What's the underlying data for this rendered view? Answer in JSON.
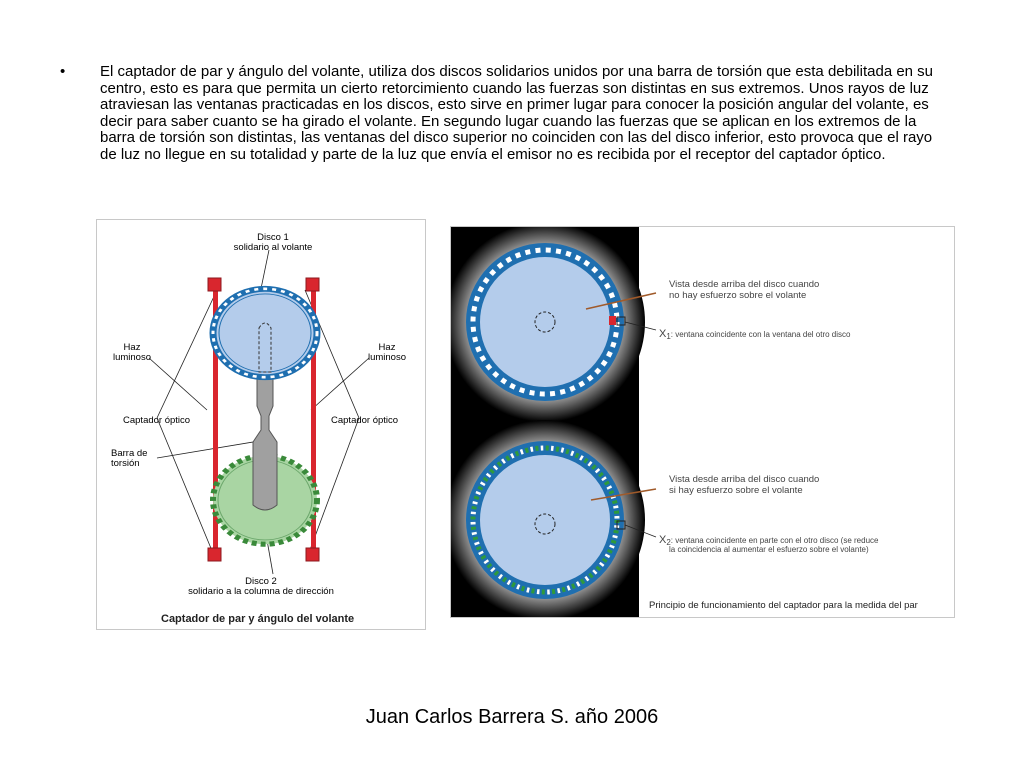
{
  "bullet": {
    "marker": "•",
    "text": "El captador de par y ángulo del volante, utiliza dos discos solidarios unidos por una barra de torsión que esta debilitada en su centro, esto es para que permita un cierto retorcimiento cuando las fuerzas son distintas en sus extremos. Unos rayos de luz atraviesan las ventanas practicadas en los discos, esto sirve en primer lugar para conocer la posición angular del volante, es decir para saber cuanto se ha girado el volante. En segundo lugar cuando las fuerzas que se aplican en los extremos de la barra de torsión son distintas, las ventanas del disco superior no coinciden con las del disco inferior, esto provoca que el rayo de luz no llegue en su totalidad y parte de la luz que envía el emisor no es recibida por el receptor del captador óptico."
  },
  "left_figure": {
    "disk1_line1": "Disco 1",
    "disk1_line2": "solidario al volante",
    "haz_left_1": "Haz",
    "haz_left_2": "luminoso",
    "haz_right_1": "Haz",
    "haz_right_2": "luminoso",
    "captador_left": "Captador óptico",
    "captador_right": "Captador óptico",
    "barra_1": "Barra de",
    "barra_2": "torsión",
    "disk2_line1": "Disco 2",
    "disk2_line2": "solidario a la columna de dirección",
    "caption": "Captador de par y ángulo del volante",
    "colors": {
      "disk1": "#b4cceb",
      "disk2": "#a9d5a3",
      "rim": "#1f6fb0",
      "sensor": "#d9262e",
      "bar": "#a0a0a0"
    }
  },
  "right_figure": {
    "top_desc_1": "Vista desde arriba del disco cuando",
    "top_desc_2": "no hay esfuerzo sobre el volante",
    "x1_label": "X",
    "x1_sub": "1",
    "x1_text": ": ventana coincidente con la ventana del otro disco",
    "bottom_desc_1": "Vista desde arriba del disco cuando",
    "bottom_desc_2": "si hay esfuerzo sobre el volante",
    "x2_label": "X",
    "x2_sub": "2",
    "x2_text_1": ": ventana coincidente en parte con el otro disco (se reduce",
    "x2_text_2": "la coincidencia al aumentar el esfuerzo sobre el volante)",
    "caption": "Principio de funcionamiento del captador para la medida del par",
    "colors": {
      "disk": "#b4cceb",
      "rim": "#1f6fb0",
      "background": "#000000",
      "window_green": "#2e9a3c",
      "marker": "#d9262e"
    }
  },
  "footer": {
    "text": "Juan Carlos Barrera S. año 2006"
  }
}
